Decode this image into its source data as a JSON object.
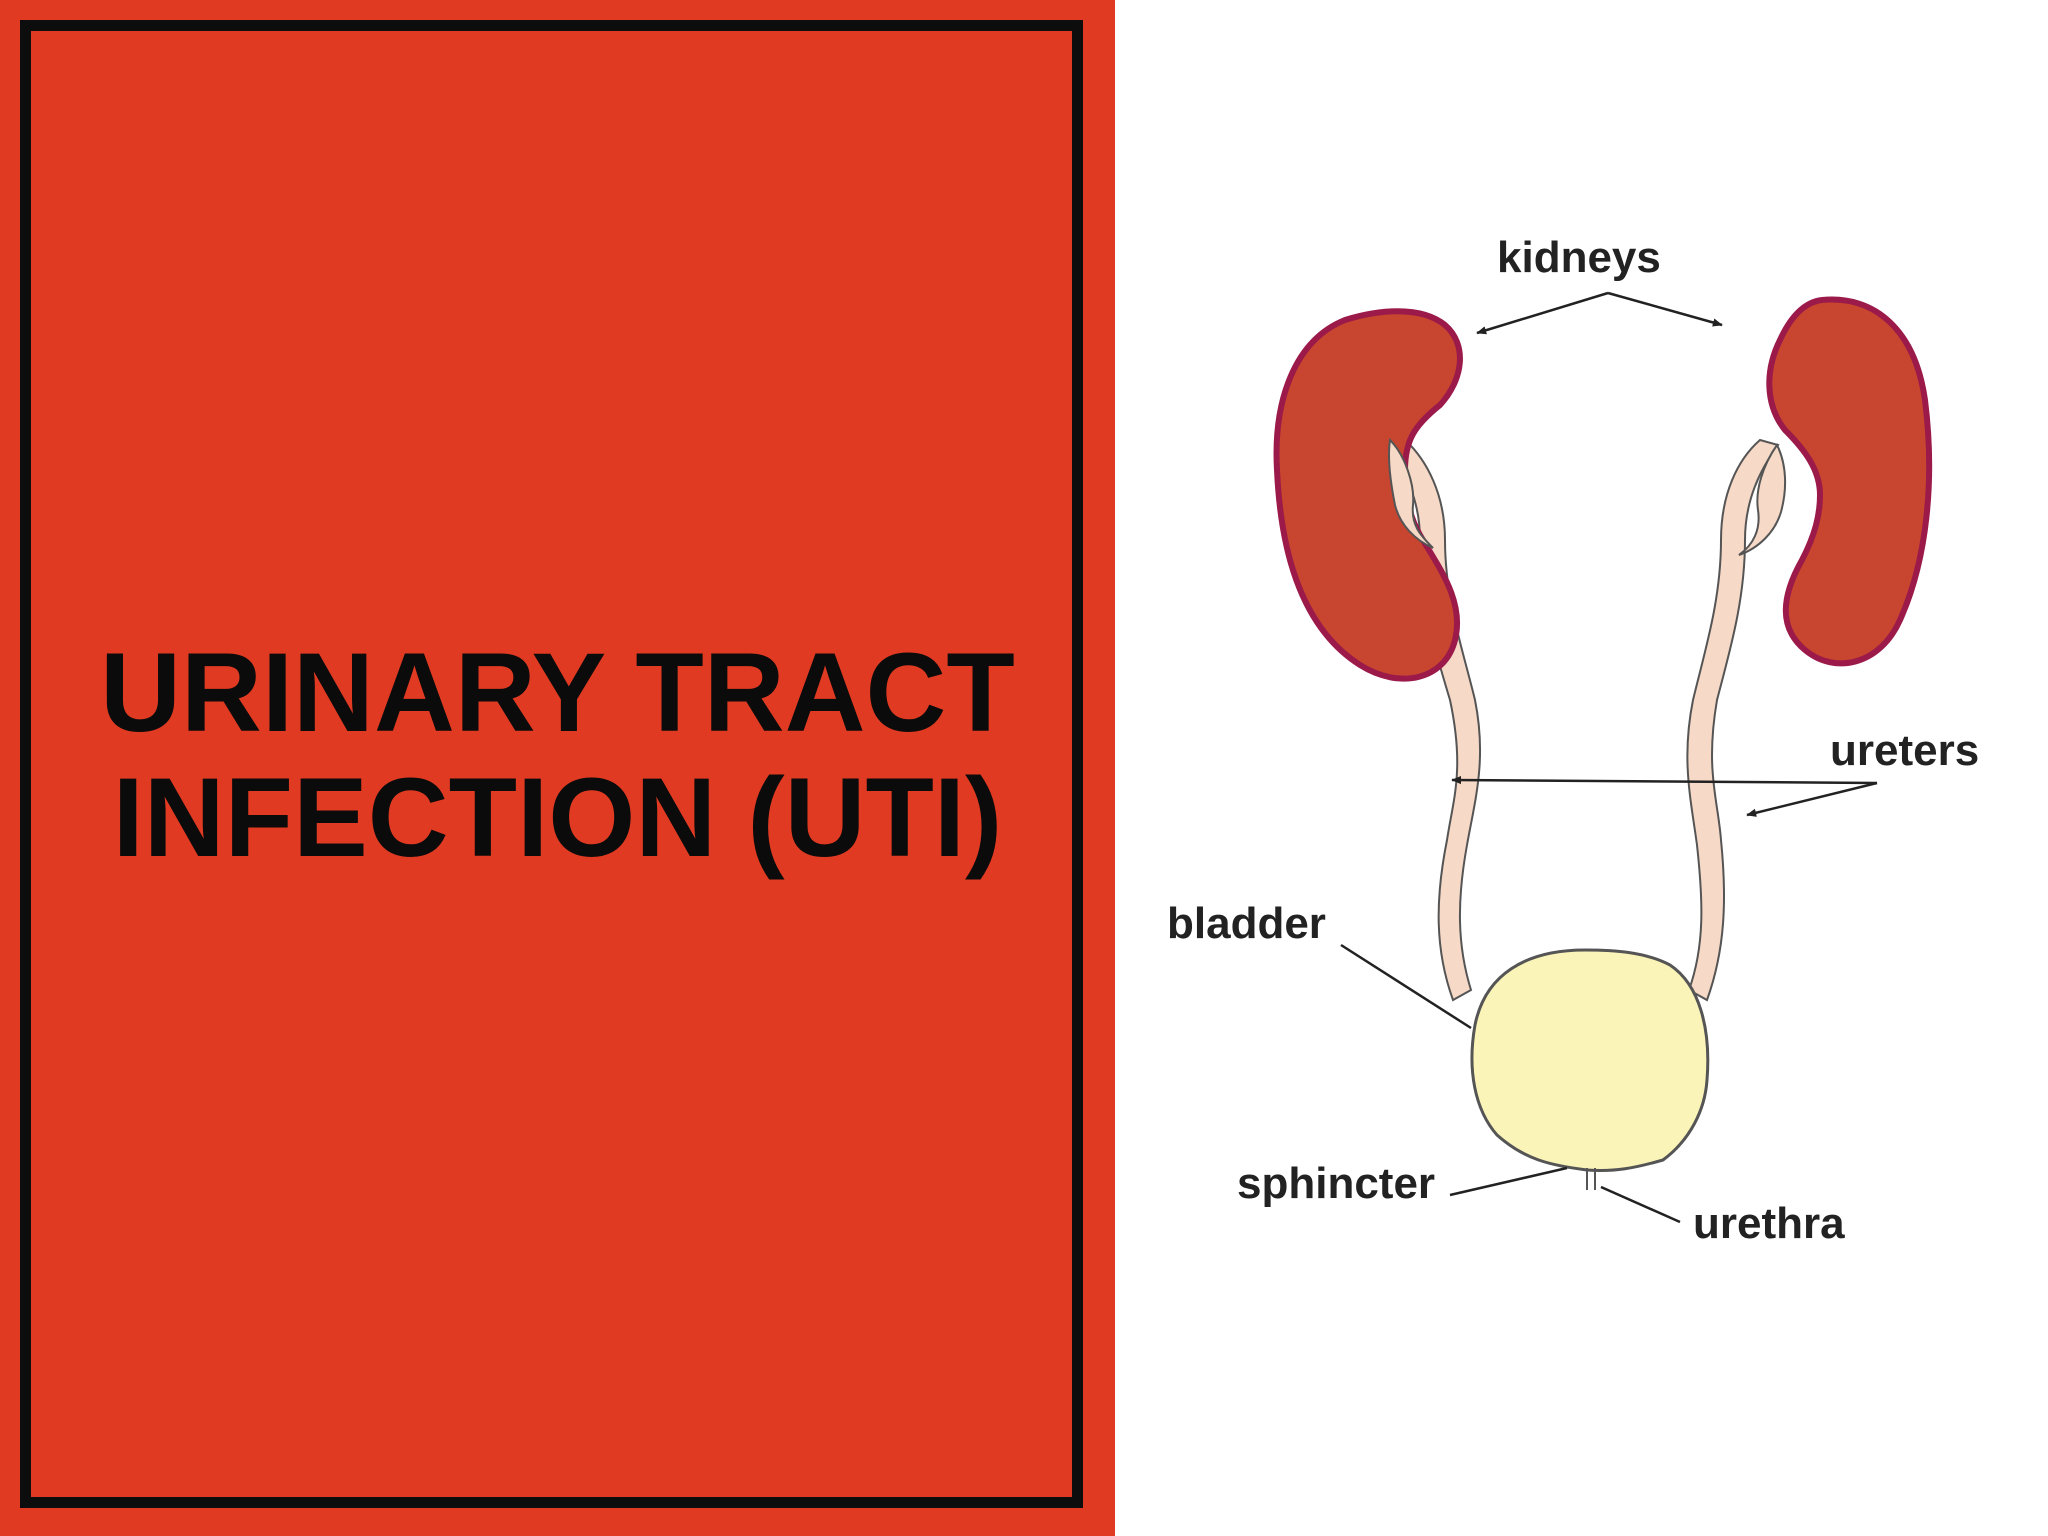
{
  "slide": {
    "title_lines": [
      "URINARY TRACT",
      "INFECTION (UTI)"
    ],
    "colors": {
      "panel": "#e13a22",
      "frame": "#0d0d0d",
      "kidney": "#c8452f",
      "kidney_edge": "#9b1a4a",
      "ureter": "#f6d9c6",
      "bladder": "#fbf4b8"
    }
  },
  "diagram": {
    "labels": {
      "kidneys": "kidneys",
      "ureters": "ureters",
      "bladder": "bladder",
      "sphincter": "sphincter",
      "urethra": "urethra"
    }
  }
}
